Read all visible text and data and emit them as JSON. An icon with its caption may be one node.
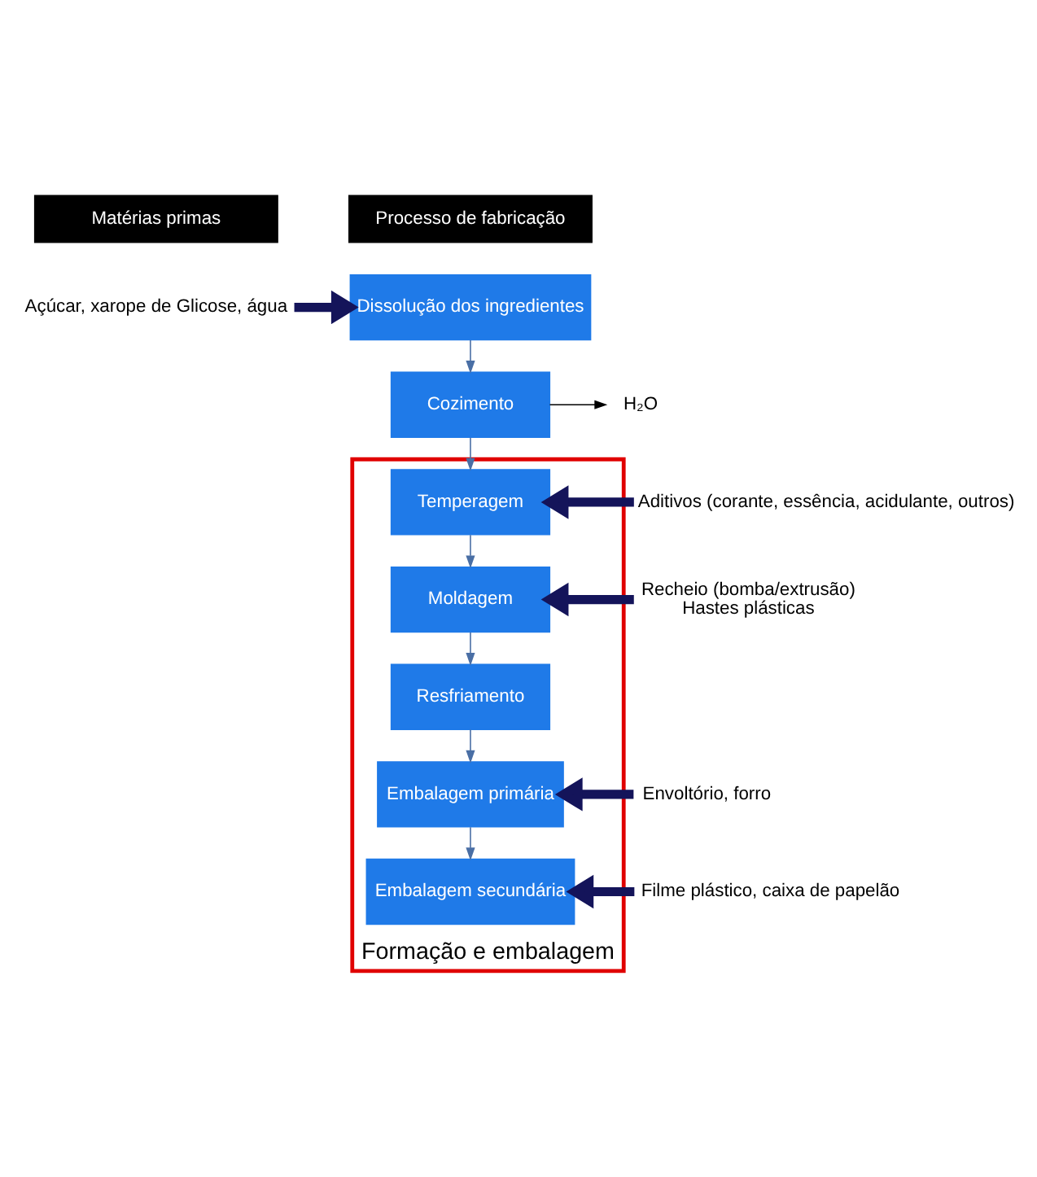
{
  "diagram": {
    "nodes": [
      {
        "text": [
          "Matérias primas"
        ]
      },
      {
        "text": [
          "Processo de fabricação"
        ]
      },
      {
        "text": [
          "Açúcar, xarope de Glicose, água"
        ]
      },
      {
        "text": [
          "Dissolução dos ingredientes"
        ]
      },
      {
        "text": [
          "Cozimento"
        ]
      },
      {
        "text": [
          "H₂O"
        ]
      },
      {
        "text": [
          "Formação e embalagem"
        ]
      },
      {
        "text": [
          "Aditivos (corante, essência, acidulante, outros)"
        ]
      },
      {
        "text": [
          "Temperagem"
        ],
        "in": 6
      },
      {
        "text": [
          "Recheio (bomba/extrusão)",
          "Hastes plásticas"
        ]
      },
      {
        "text": [
          "Moldagem"
        ],
        "in": 6
      },
      {
        "text": [
          "Resfriamento"
        ],
        "in": 6
      },
      {
        "text": [
          "Envoltório, forro"
        ]
      },
      {
        "text": [
          "Embalagem primária"
        ],
        "in": 6
      },
      {
        "text": [
          "Filme plástico, caixa de papelão"
        ]
      },
      {
        "text": [
          "Embalagem secundária"
        ],
        "in": 6
      }
    ],
    "edges": [
      {
        "from": 2,
        "to": 3,
        "arrow": "to",
        "style": "thick",
        "color": "#14145a"
      },
      {
        "from": 3,
        "to": 4,
        "arrow": "to"
      },
      {
        "from": 4,
        "to": 5,
        "arrow": "to",
        "color": "#000000"
      },
      {
        "from": 4,
        "to": 8,
        "arrow": "to"
      },
      {
        "from": 7,
        "to": 8,
        "arrow": "to",
        "style": "thick",
        "color": "#14145a"
      },
      {
        "from": 8,
        "to": 10,
        "arrow": "to"
      },
      {
        "from": 9,
        "to": 10,
        "arrow": "to",
        "style": "thick",
        "color": "#14145a"
      },
      {
        "from": 10,
        "to": 11,
        "arrow": "to"
      },
      {
        "from": 11,
        "to": 13,
        "arrow": "to"
      },
      {
        "from": 12,
        "to": 13,
        "arrow": "to",
        "style": "thick",
        "color": "#14145a"
      },
      {
        "from": 13,
        "to": 15,
        "arrow": "to"
      },
      {
        "from": 14,
        "to": 15,
        "arrow": "to",
        "style": "thick",
        "color": "#14145a"
      }
    ]
  }
}
